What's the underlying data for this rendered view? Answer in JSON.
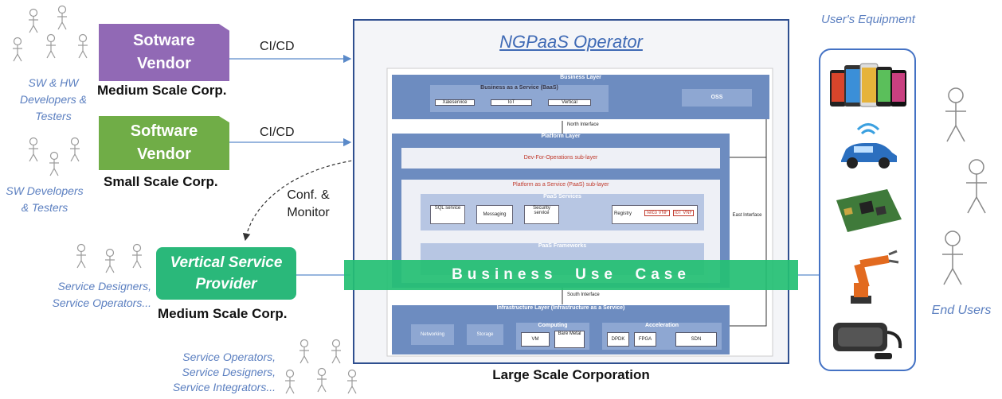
{
  "left": {
    "software_vendor_medium": {
      "title_line1": "Sotware",
      "title_line2": "Vendor",
      "scale": "Medium Scale Corp.",
      "actors": "SW & HW Developers & Testers"
    },
    "software_vendor_small": {
      "title_line1": "Software",
      "title_line2": "Vendor",
      "scale": "Small Scale Corp.",
      "actors": "SW Developers & Testers"
    },
    "vertical_service_provider": {
      "title_line1": "Vertical Service",
      "title_line2": "Provider",
      "scale": "Medium Scale Corp.",
      "actors": "Service Designers, Service Operators..."
    },
    "bottom_actors": "Service Operators, Service Designers, Service Integrators..."
  },
  "edges": {
    "cicd_top": "CI/CD",
    "cicd_bottom": "CI/CD",
    "conf_monitor": "Conf. & Monitor"
  },
  "operator": {
    "title": "NGPaaS Operator",
    "caption": "Large Scale Corporation",
    "business_layer": {
      "title": "Business Layer",
      "baas": "Business as a Service (BaaS)",
      "items": [
        "Xaleservice",
        "IoT",
        "Vertical"
      ],
      "oss": "OSS"
    },
    "north_interface": "North Interface",
    "platform_layer": {
      "title": "Platform Layer",
      "devforops": "Dev-For-Operations sub-layer",
      "paas_sublayer": "Platform as a Service (PaaS) sub-layer",
      "paas_services": "PaaS Services",
      "services": [
        "SQL service",
        "Messaging",
        "Security service",
        "Registry"
      ],
      "registry_items": [
        "Telco VNF",
        "IoT VNF"
      ],
      "paas_frameworks": "PaaS Frameworks"
    },
    "east_interface": "East Interface",
    "south_interface": "South Interface",
    "infra_layer": {
      "title": "Infrastructure Layer (Infrastructure as a Service)",
      "items_left": [
        "Networking",
        "Storage"
      ],
      "computing": "Computing",
      "computing_items": [
        "VM",
        "Bare Metal"
      ],
      "acceleration": "Acceleration",
      "accel_items": [
        "DPDK",
        "FPGA"
      ],
      "sdn": "SDN"
    },
    "business_use_case": "Business  Use  Case"
  },
  "right": {
    "equipment_title": "User's Equipment",
    "end_users": "End Users",
    "devices": [
      "smartphones",
      "connected-car",
      "circuit-board",
      "robot-arm",
      "vr-headset"
    ]
  },
  "colors": {
    "purple": "#9169b5",
    "green_vendor": "#70ad47",
    "teal": "#2ab87a",
    "banner": "#25c074",
    "layer_blue": "#6d8cc0",
    "frame_blue": "#4472c4"
  }
}
